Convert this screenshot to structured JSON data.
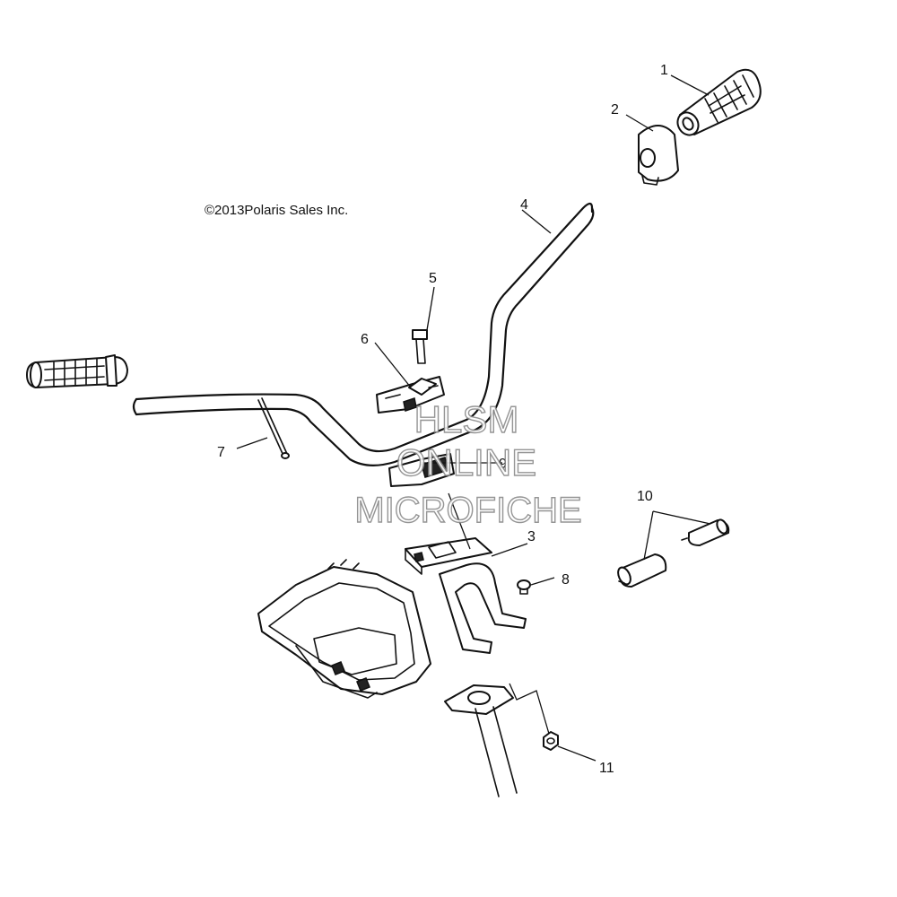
{
  "copyright": "©2013Polaris Sales Inc.",
  "watermark": {
    "line1": "HLSM",
    "line2": "ONLINE",
    "line3": "MICROFICHE"
  },
  "callouts": [
    "1",
    "2",
    "3",
    "4",
    "5",
    "6",
    "7",
    "8",
    "9",
    "10",
    "11"
  ],
  "colors": {
    "line": "#111111",
    "background": "#ffffff",
    "watermark_outline": "#8a8a8a"
  }
}
